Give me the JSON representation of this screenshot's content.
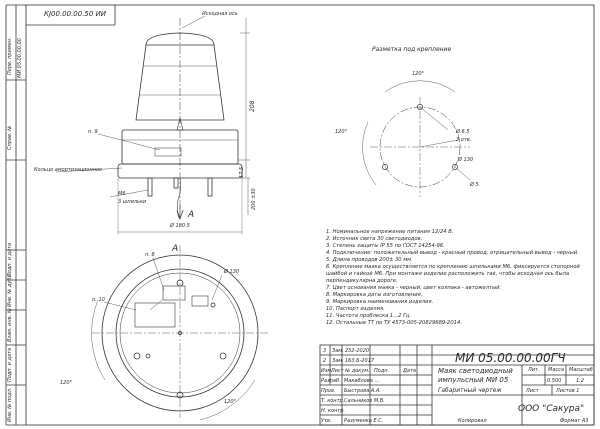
{
  "stamp_top": "КЈ00.00.00.50 ИИ",
  "labels": {
    "axis": "Исходная ось",
    "ring": "Кольцо амортизационное",
    "p9": "п. 9",
    "p8": "п. 8",
    "p10": "п. 10",
    "m6": "М6",
    "m6_count": "3 шпильки",
    "view_mark": "А",
    "view_label": "А",
    "mount_title": "Разметка под крепление"
  },
  "dims": {
    "height_208": "208",
    "dim_17_5": "17.5",
    "dim_200": "200 ±30",
    "dia_180": "Ø 180.5",
    "dia_130_view": "Ø 130",
    "ang_120_view_a": "120°",
    "ang_120_view_b": "120°",
    "mount_120_top": "120°",
    "mount_120_left": "120°",
    "mount_hole": "Ø 6.5",
    "mount_hole_count": "3 отв.",
    "mount_dia": "Ø 130",
    "mount_center": "Ø 5"
  },
  "notes": [
    "1. Номинальное напряжение питания 12/24 В.",
    "2. Источник света 30 светодиодов.",
    "3. Степень защиты IP 55 по ГОСТ 14254-96.",
    "4. Подключение: положительный вывод - красный провод, отрицательный вывод - черный.",
    "5. Длина проводов 200± 30 мм.",
    "6. Крепление маяка осуществляется по креплению шпильками М6, фиксируется стопорной",
    "   шайбой и гайкой М6. При монтаже изделие расположить так, чтобы исходная ось была",
    "   перпендикулярна дороге.",
    "7. Цвет основания маяка - черный, цвет колпака - автожелтый.",
    "8. Маркировка даты изготовления.",
    "9. Маркировка наименования изделия.",
    "10. Паспорт изделия.",
    "11. Частота проблеска 1...2 Гц.",
    "12. Остальные ТТ по ТУ 4573-005-20829689-2014."
  ],
  "title_block": {
    "doc_code": "МИ 05.00.00.00ГЧ",
    "name_line1": "Маяк светодиодный",
    "name_line2": "импульсный МИ 05",
    "doc_type": "Габаритный чертеж",
    "company": "ООО \"Сакура\"",
    "lit_header": "Лит.",
    "mass_header": "Масса",
    "scale_header": "Масштаб",
    "mass": "0.500",
    "scale": "1:2",
    "sheet": "Лист",
    "sheets": "Листов 1",
    "rev1_num": "3",
    "rev1_label": "Зам.",
    "rev1_doc": "232-2020",
    "rev2_num": "2",
    "rev2_label": "Зам.",
    "rev2_doc": "163.Б-2017",
    "row_izm": "Изм.",
    "row_list": "Лист",
    "row_ndoc": "№ докум.",
    "row_podp": "Подп.",
    "row_data": "Дата",
    "role1": "Разраб.",
    "name1": "Макаблова ...",
    "role2": "Пров.",
    "name2": "Быстрова А.А.",
    "role3": "Т. контр.",
    "name3": "Сальников М.В.",
    "role4": "Н. контр.",
    "name4": "",
    "role5": "Утв.",
    "name5": "Разуменко Е.С.",
    "copied": "Копировал",
    "format": "Формат А3"
  },
  "side_strip": {
    "perv_primen": "Перв. примен.",
    "perv_code": "МИ 05.00.00.00",
    "sprav": "Справ. №",
    "podp_data1": "Подп. и дата",
    "inv_dubl": "Инв. № дубл.",
    "vzam_inv": "Взам. инв. №",
    "podp_data2": "Подп. и дата",
    "inv_podl": "Инв. № подл."
  }
}
